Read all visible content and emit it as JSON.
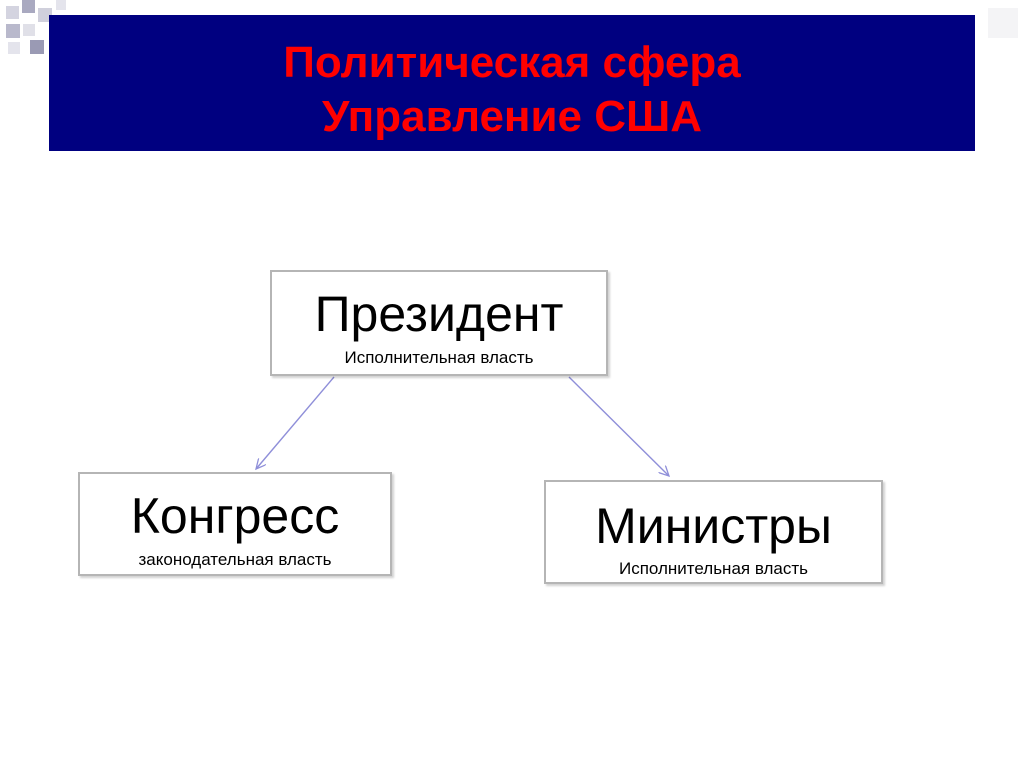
{
  "title": {
    "line1": "Политическая сфера",
    "line2": "Управление США"
  },
  "nodes": {
    "president": {
      "title": "Президент",
      "subtitle": "Исполнительная власть"
    },
    "congress": {
      "title": "Конгресс",
      "subtitle": "законодательная власть"
    },
    "ministers": {
      "title": "Министры",
      "subtitle": "Исполнительная власть"
    }
  },
  "colors": {
    "title_background": "#000080",
    "title_text": "#ff0000",
    "arrow": "#8f8fd9",
    "box_border": "#b5b5b5",
    "corner_squares": [
      "#c8c8d8",
      "#9a9ab4"
    ]
  }
}
